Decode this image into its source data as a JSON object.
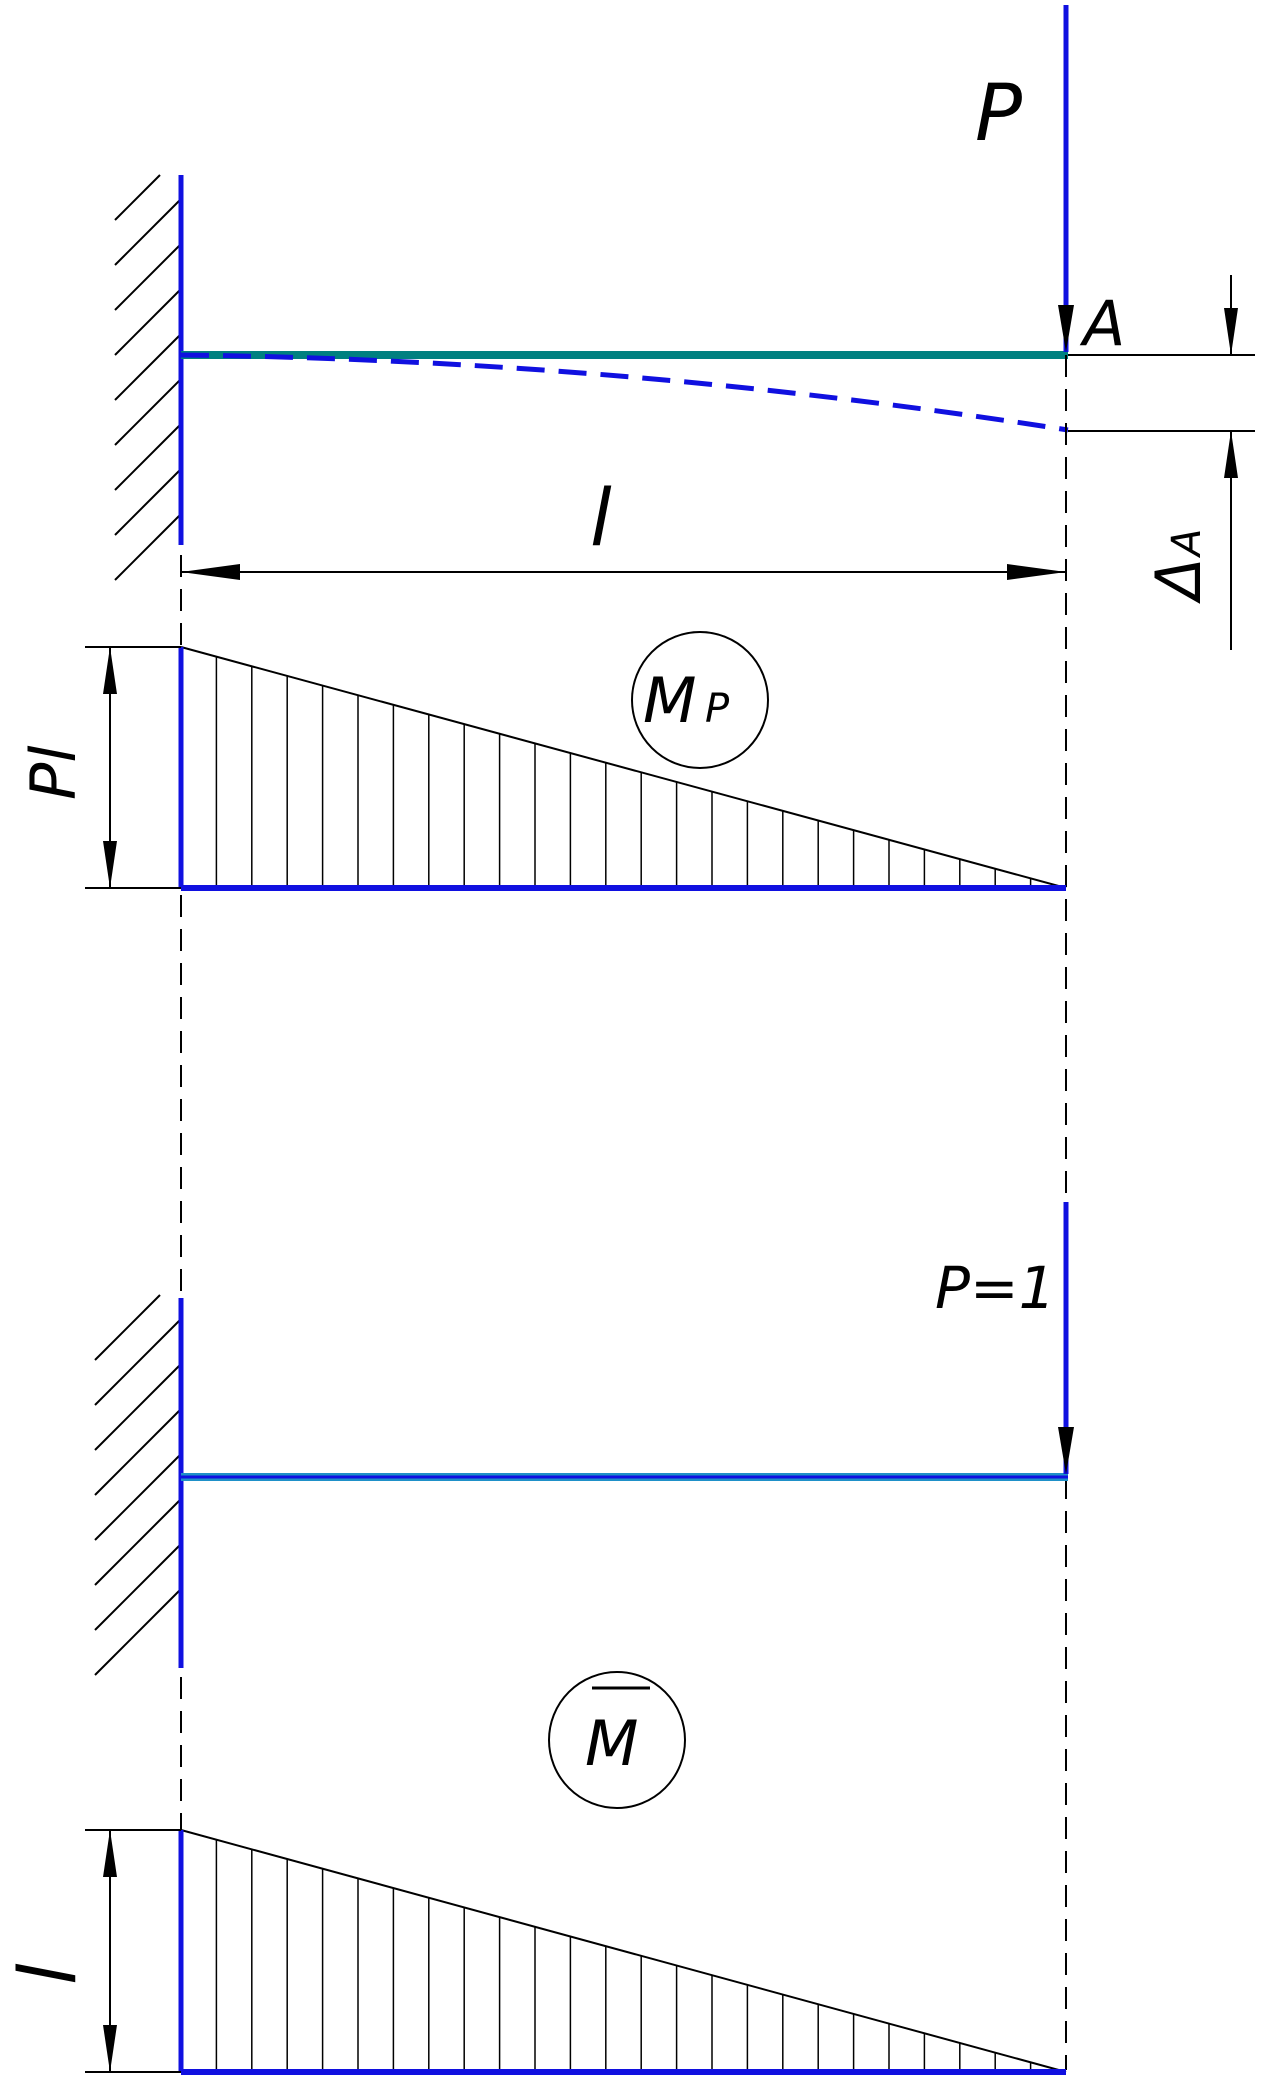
{
  "labels": {
    "force_P": "P",
    "point_A": "A",
    "length_l": "l",
    "deflection_delta": "Δ",
    "deflection_sub": "A",
    "moment_Pl": "Pl",
    "diagram_Mp_main": "M",
    "diagram_Mp_sub": "P",
    "unit_force": "P=1",
    "diagram_Mbar": "M",
    "moment_l": "l"
  },
  "colors": {
    "beam": "#008080",
    "structure": "#1010e0",
    "line": "#000000"
  }
}
